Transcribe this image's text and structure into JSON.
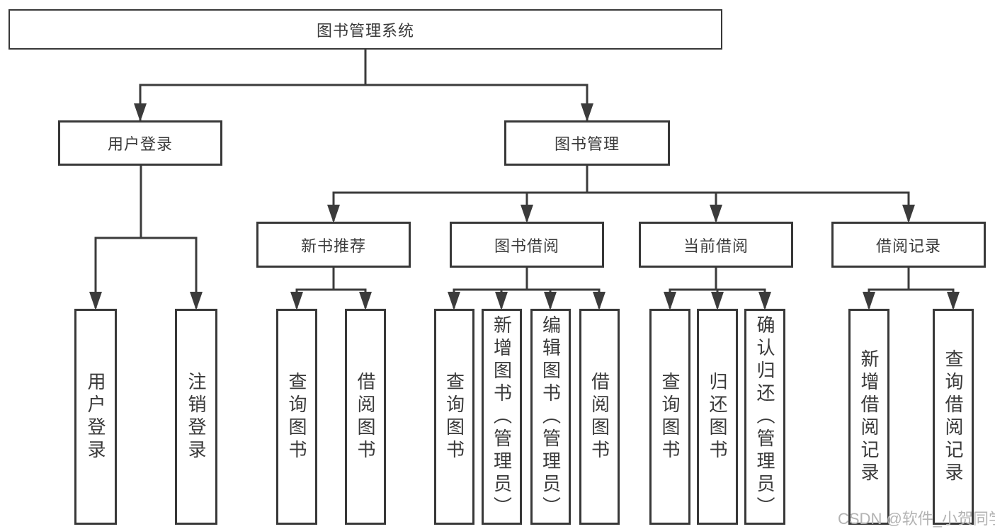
{
  "diagram": {
    "tree": {
      "label": "图书管理系统",
      "children": [
        {
          "label": "用户登录",
          "children": [
            {
              "label": "用户登录"
            },
            {
              "label": "注销登录"
            }
          ]
        },
        {
          "label": "图书管理",
          "children": [
            {
              "label": "新书推荐",
              "children": [
                {
                  "label": "查询图书"
                },
                {
                  "label": "借阅图书"
                }
              ]
            },
            {
              "label": "图书借阅",
              "children": [
                {
                  "label": "查询图书"
                },
                {
                  "label": "新增图书（管理员）"
                },
                {
                  "label": "编辑图书（管理员）"
                },
                {
                  "label": "借阅图书"
                }
              ]
            },
            {
              "label": "当前借阅",
              "children": [
                {
                  "label": "查询图书"
                },
                {
                  "label": "归还图书"
                },
                {
                  "label": "确认归还（管理员）"
                }
              ]
            },
            {
              "label": "借阅记录",
              "children": [
                {
                  "label": "新增借阅记录"
                },
                {
                  "label": "查询借阅记录"
                }
              ]
            }
          ]
        }
      ]
    }
  },
  "watermark": {
    "text": "CSDN @软件_小贺同学"
  },
  "colors": {
    "line": "#3b3b3b",
    "box_border": "#383838",
    "text": "#3a3a3a",
    "box_background": "#ffffff",
    "page_background": "#ffffff",
    "watermark": "#b3b3b3"
  }
}
